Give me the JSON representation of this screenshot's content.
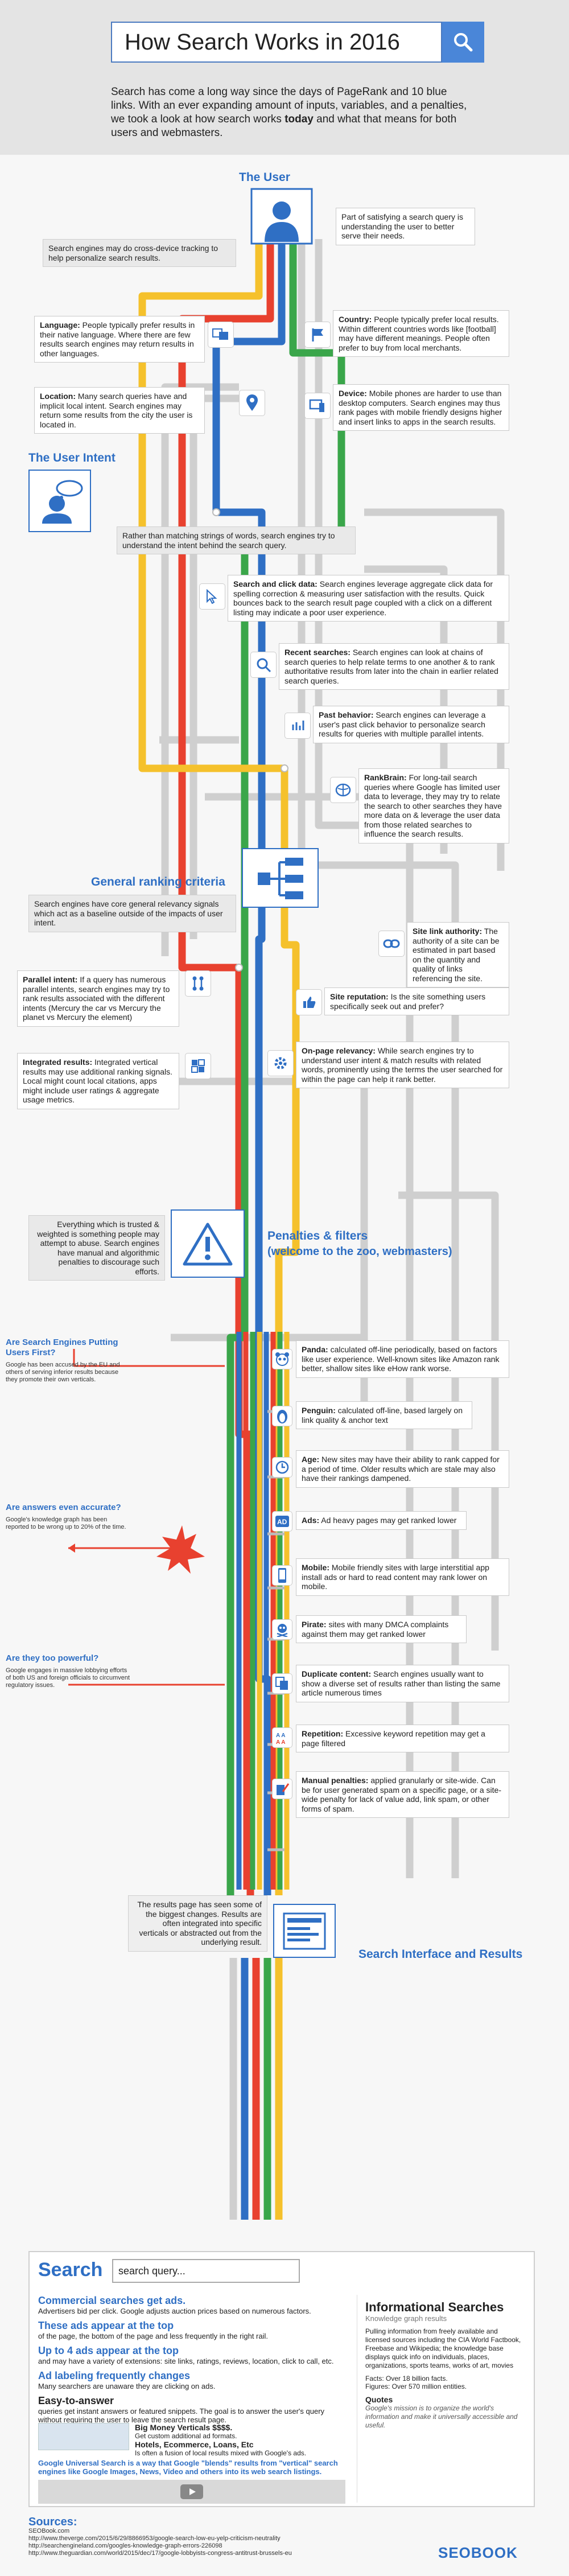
{
  "title": "How Search Works in 2016",
  "intro": {
    "p1": "Search has come a long way since the days of PageRank and 10 blue links. With an ever expanding amount of inputs, variables, and a penalties, we took a look at how search works ",
    "p1_bold": "today",
    "p1_end": " and what that means for both users and webmasters."
  },
  "sections": {
    "user": "The User",
    "intent": "The User Intent",
    "ranking": "General ranking criteria",
    "penalties": "Penalties & filters",
    "penalties_sub": "(welcome to the zoo, webmasters)",
    "serp": "Search Interface and Results"
  },
  "user": {
    "right_note": "Part of satisfying a search query is understanding the user to better serve their needs.",
    "left_note": "Search engines may do cross-device tracking to help personalize search results.",
    "language_title": "Language:",
    "language": "People typically prefer results in their native language. Where there are few results search engines may return results in other languages.",
    "country_title": "Country:",
    "country": "People typically prefer local results. Within different countries words like [football] may have different meanings. People often prefer to buy from local merchants.",
    "location_title": "Location:",
    "location": "Many search queries have and implicit local intent. Search engines may return some results from the city the user is located in.",
    "device_title": "Device:",
    "device": "Mobile phones are harder to use than desktop computers. Search engines may thus rank pages with mobile friendly designs higher and insert links to apps in the search results."
  },
  "intent": {
    "note": "Rather than matching strings of words, search engines try to understand the intent behind the search query.",
    "items": [
      {
        "title": "Search and click data:",
        "text": "Search engines leverage aggregate click data for spelling correction & measuring user satisfaction with the results. Quick bounces back to the search result page coupled with a click on a different listing may indicate a poor user experience."
      },
      {
        "title": "Recent searches:",
        "text": "Search engines can look at chains of search queries to help relate terms to one another & to rank authoritative results from later into the chain in earlier related search queries."
      },
      {
        "title": "Past behavior:",
        "text": "Search engines can leverage a user's past click behavior to personalize search results for queries with multiple parallel intents."
      },
      {
        "title": "RankBrain:",
        "text": "For long-tail search queries where Google has limited user data to leverage, they may try to relate the search to other searches they have more data on & leverage the user data from those related searches to influence the search results."
      }
    ]
  },
  "ranking": {
    "note": "Search engines have core general relevancy signals which act as a baseline outside of the impacts of user intent.",
    "authority_title": "Site link authority:",
    "authority": "The authority of a site can be estimated in part based on the quantity and quality of links referencing the site.",
    "parallel_title": "Parallel intent:",
    "parallel": "If a query has numerous parallel intents, search engines may try to rank results associated with the different intents (Mercury the car vs Mercury the planet vs Mercury the element)",
    "reputation_title": "Site reputation:",
    "reputation": "Is the site something users specifically seek out and prefer?",
    "integrated_title": "Integrated results:",
    "integrated": "Integrated vertical results may use additional ranking signals. Local might count local citations, apps might include user ratings & aggregate usage metrics.",
    "onpage_title": "On-page relevancy:",
    "onpage": "While search engines try to understand user intent & match results with related words, prominently using the terms the user searched for within the page can help it rank better."
  },
  "penalties": {
    "left_note": "Everything which is trusted & weighted is something people may attempt to abuse. Search engines have manual and algorithmic penalties to discourage such efforts.",
    "items": [
      {
        "title": "Panda:",
        "text": "calculated off-line periodically, based on factors like user experience. Well-known sites like Amazon rank better, shallow sites like eHow rank worse."
      },
      {
        "title": "Penguin:",
        "text": "calculated off-line, based largely on link quality & anchor text"
      },
      {
        "title": "Age:",
        "text": "New sites may have their ability to rank capped for a period of time. Older results which are stale may also have their rankings dampened."
      },
      {
        "title": "Ads:",
        "text": "Ad heavy pages may get ranked lower"
      },
      {
        "title": "Mobile:",
        "text": "Mobile friendly sites with large interstitial app install ads or hard to read content may rank lower on mobile."
      },
      {
        "title": "Pirate:",
        "text": "sites with many DMCA complaints against them may get ranked lower"
      },
      {
        "title": "Duplicate content:",
        "text": "Search engines usually want to show a diverse set of results rather than listing the same article numerous times"
      },
      {
        "title": "Repetition:",
        "text": "Excessive keyword repetition may get a page filtered"
      },
      {
        "title": "Manual penalties:",
        "text": "applied granularly or site-wide. Can be for user generated spam on a specific page, or a site-wide penalty for lack of value add, link spam, or other forms of spam."
      }
    ]
  },
  "side": [
    {
      "title": "Are Search Engines Putting Users First?",
      "text": "Google has been accused by the EU and others of serving inferior results because they promote their own verticals."
    },
    {
      "title": "Are answers even accurate?",
      "text": "Google's knowledge graph has been reported to be wrong up to 20% of the time."
    },
    {
      "title": "Are they too powerful?",
      "text": "Google engages in massive lobbying efforts of both US and foreign officials to circumvent regulatory issues."
    }
  ],
  "serp_note": "The results page has seen some of the biggest changes. Results are often integrated into specific verticals or abstracted out from the underlying result.",
  "serp": {
    "logo": "Search",
    "query": "search query...",
    "ads_title": "Commercial searches get ads.",
    "ads_text": "Advertisers bid per click. Google adjusts auction prices based on numerous factors.",
    "top_title": "These ads appear at the top",
    "top_text": "of the page, the bottom of the page and less frequently in the right rail.",
    "four_title": "Up to 4 ads appear at the top",
    "four_text": "and may have a variety of extensions: site links, ratings, reviews, location, click to call, etc.",
    "label_title": "Ad labeling frequently changes",
    "label_text": "Many searchers are unaware they are clicking on ads.",
    "answer_title": "Easy-to-answer",
    "answer_text": "queries get instant answers or featured snippets. The goal is to answer the user's query without requiring the user to leave the search result page.",
    "money_title": "Big Money Verticals",
    "money_price": "$$$$.",
    "money_text": "Get custom additional ad formats.",
    "hotels_title": "Hotels, Ecommerce, Loans, Etc",
    "hotels_text": "Is often a fusion of local results mixed with Google's ads.",
    "universal": "Google Universal Search is a way that Google \"blends\" results from \"vertical\" search engines like Google Images, News, Video and others into its web search listings.",
    "kg_title": "Informational Searches",
    "kg_sub": "Knowledge graph results",
    "kg_text": "Pulling information from freely available and licensed sources including the CIA World Factbook, Freebase and Wikipedia; the knowledge base displays quick info on individuals, places, organizations, sports teams, works of art, movies",
    "kg_facts": "Facts: Over 18 billion facts.",
    "kg_figures": "Figures: Over 570 million entities.",
    "kg_quotes": "Quotes",
    "kg_quote": "Google's mission is to organize the world's information and make it universally accessible and useful."
  },
  "sources": {
    "title": "Sources:",
    "items": [
      "SEOBook.com",
      "http://www.theverge.com/2015/6/29/8866953/google-search-low-eu-yelp-criticism-neutrality",
      "http://searchengineland.com/googles-knowledge-graph-errors-226098",
      "http://www.theguardian.com/world/2015/dec/17/google-lobbyists-congress-antitrust-brussels-eu"
    ]
  },
  "brand": "SEOBOOK",
  "colors": {
    "blue": "#2f6fc4",
    "red": "#e8412f",
    "yellow": "#f5c12c",
    "green": "#3aa64a",
    "grey": "#c9c9c9"
  }
}
